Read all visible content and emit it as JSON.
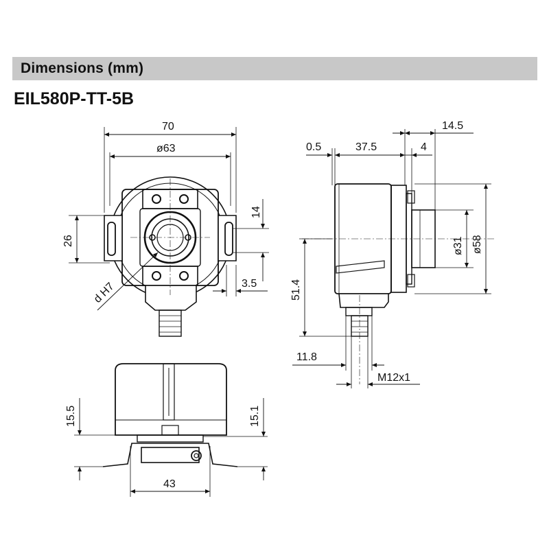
{
  "header": {
    "title": "Dimensions  (mm)"
  },
  "model": "EIL580P-TT-5B",
  "dimensions": {
    "front": {
      "width_overall": "70",
      "flange_diameter": "ø63",
      "slot_height": "14",
      "slot_spacing": "26",
      "hole_bore": "d H7",
      "tab_offset": "3.5"
    },
    "side": {
      "gap": "0.5",
      "body_length": "37.5",
      "flange_thickness": "4",
      "overall_depth": "14.5",
      "shaft_diameter": "ø31",
      "body_diameter": "ø58",
      "connector_height": "51.4",
      "connector_offset": "11.8",
      "connector_thread": "M12x1"
    },
    "bottom": {
      "height_left": "15.5",
      "height_right": "15.1",
      "base_width": "43"
    }
  }
}
